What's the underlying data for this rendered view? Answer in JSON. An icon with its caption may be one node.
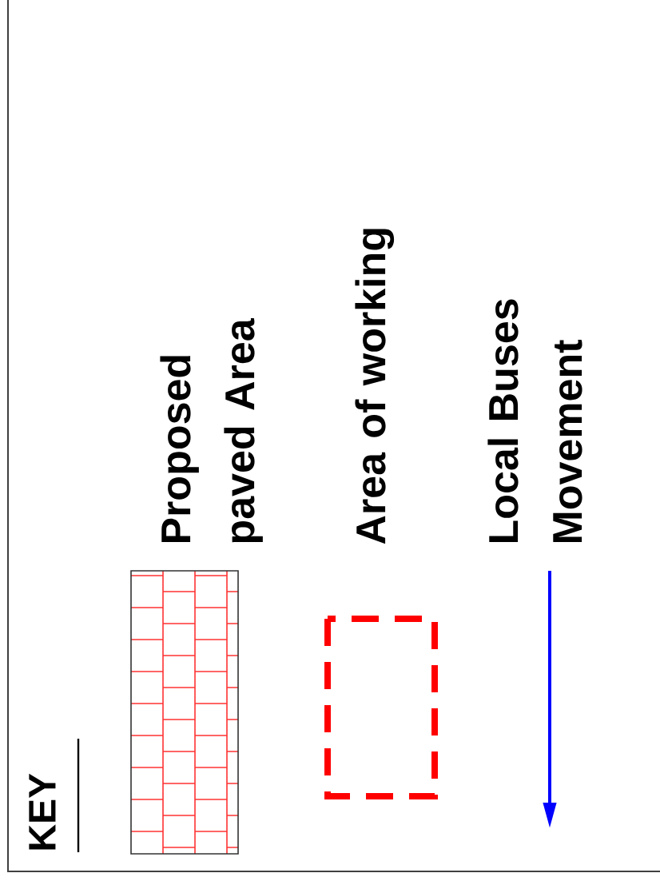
{
  "diagram": {
    "title": "KEY",
    "legend": [
      {
        "text": "Proposed paved Area"
      },
      {
        "text": "Area of working"
      },
      {
        "text": "Local Buses Movement"
      }
    ]
  }
}
